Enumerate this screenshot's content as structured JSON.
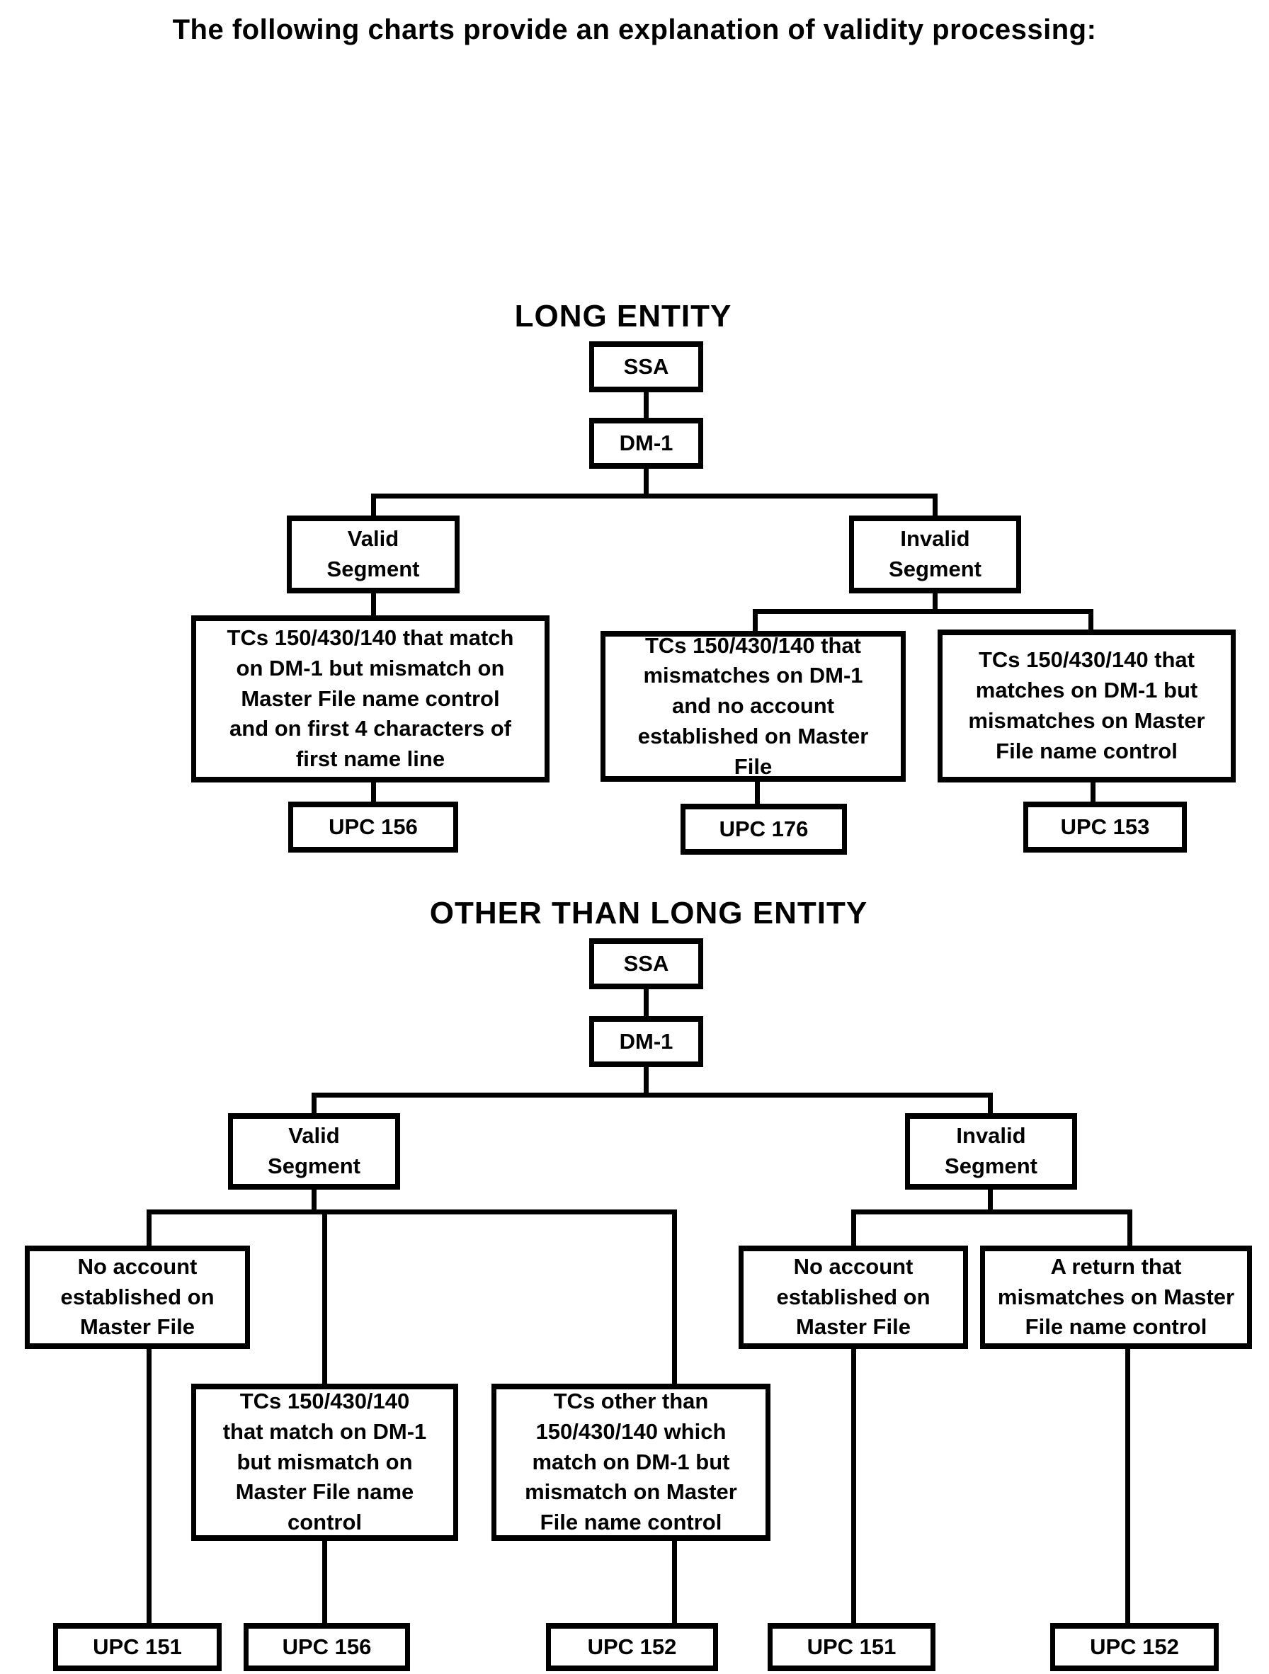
{
  "page": {
    "title": "The following charts provide an explanation of validity processing:"
  },
  "long_entity": {
    "title": "LONG ENTITY",
    "ssa": "SSA",
    "dm1": "DM-1",
    "valid_segment": "Valid\nSegment",
    "invalid_segment": "Invalid\nSegment",
    "valid_desc": "TCs 150/430/140 that match\non DM-1 but mismatch on\nMaster File name control\nand on first 4 characters of\nfirst name line",
    "valid_upc": "UPC 156",
    "invalid_desc_left": "TCs 150/430/140 that\nmismatches on DM-1\nand no account\nestablished on Master\nFile",
    "invalid_left_upc": "UPC 176",
    "invalid_desc_right": "TCs 150/430/140 that\nmatches on DM-1 but\nmismatches on Master\nFile name control",
    "invalid_right_upc": "UPC 153"
  },
  "other_than_long_entity": {
    "title": "OTHER THAN LONG ENTITY",
    "ssa": "SSA",
    "dm1": "DM-1",
    "valid_segment": "Valid\nSegment",
    "invalid_segment": "Invalid\nSegment",
    "valid_no_account": "No account\nestablished on\nMaster File",
    "valid_no_account_upc": "UPC 151",
    "valid_tcs_match": "TCs 150/430/140\nthat match on DM-1\nbut mismatch on\nMaster File name\ncontrol",
    "valid_tcs_match_upc": "UPC 156",
    "valid_tcs_other": "TCs other than\n150/430/140 which\nmatch on DM-1 but\nmismatch on Master\nFile name control",
    "valid_tcs_other_upc": "UPC 152",
    "invalid_no_account": "No account\nestablished on\nMaster File",
    "invalid_no_account_upc": "UPC 151",
    "invalid_return_mismatch": "A return that\nmismatches on Master\nFile name control",
    "invalid_return_mismatch_upc": "UPC 152"
  }
}
